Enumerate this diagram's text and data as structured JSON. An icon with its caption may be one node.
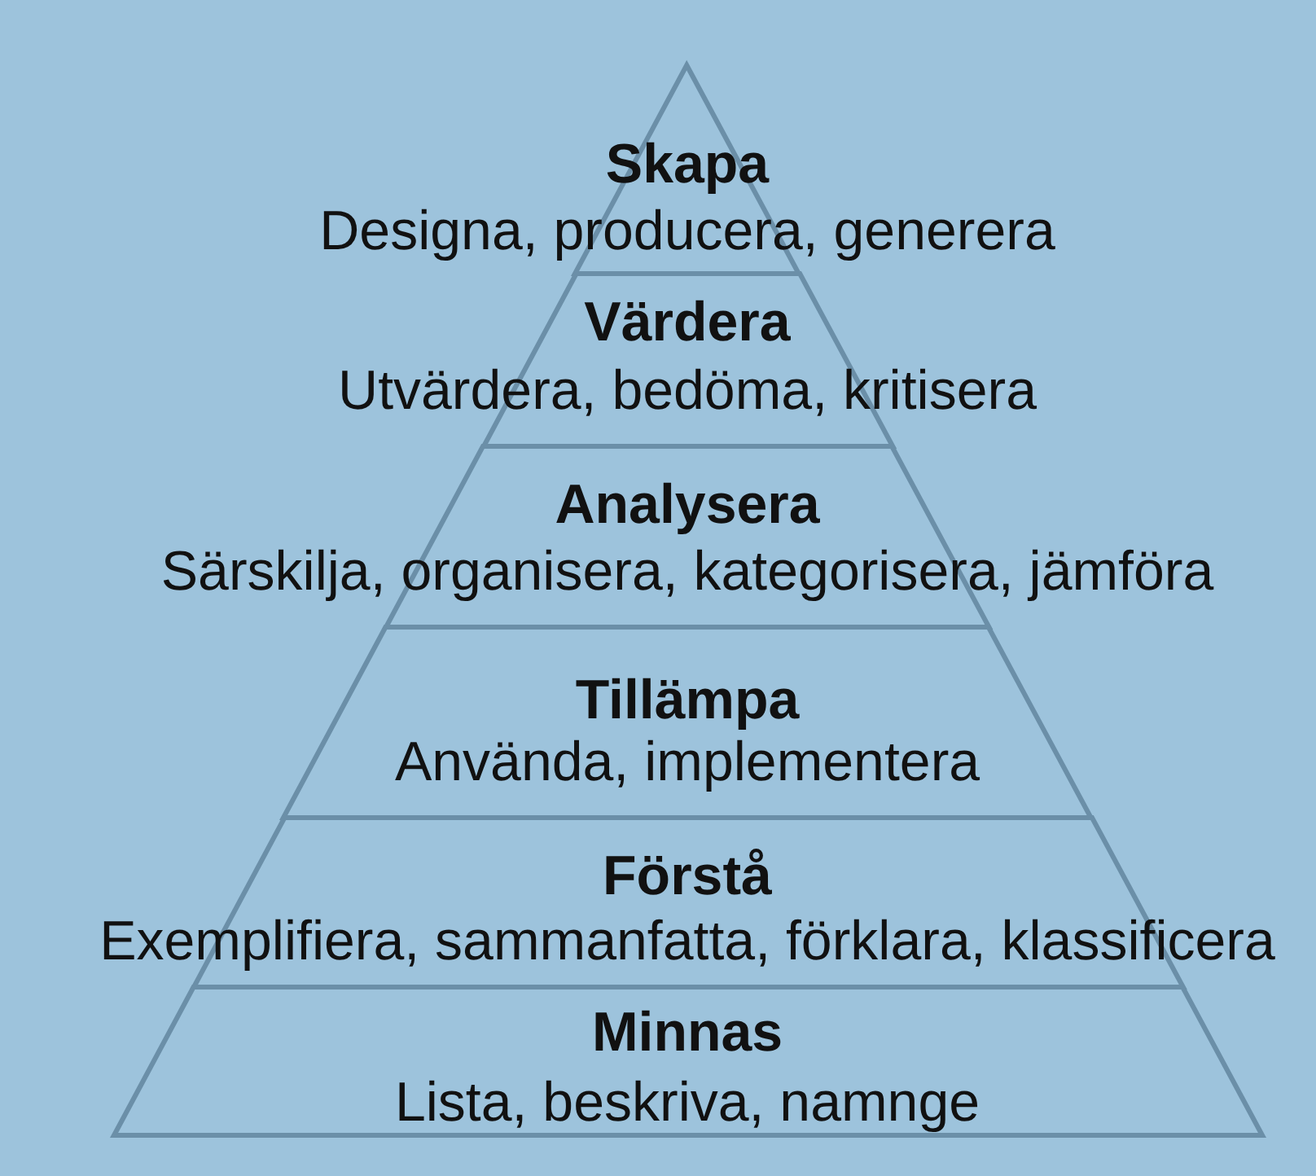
{
  "diagram": {
    "nodes": [
      {
        "text": [
          "Skapa",
          "Designa, producera, generera"
        ]
      },
      {
        "text": [
          "Värdera",
          "Utvärdera, bedöma, kritisera"
        ]
      },
      {
        "text": [
          "Analysera",
          "Särskilja, organisera, kategorisera, jämföra"
        ]
      },
      {
        "text": [
          "Tillämpa",
          "Använda, implementera"
        ]
      },
      {
        "text": [
          "Förstå",
          "Exemplifiera, sammanfatta, förklara, klassificera"
        ]
      },
      {
        "text": [
          "Minnas",
          "Lista, beskriva, namnge"
        ]
      }
    ]
  }
}
